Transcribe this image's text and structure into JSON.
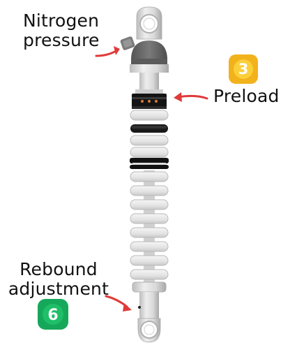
{
  "labels": {
    "nitrogen": [
      "Nitrogen",
      "pressure"
    ],
    "preload": "Preload",
    "rebound": [
      "Rebound",
      "adjustment"
    ]
  },
  "badges": {
    "preload_number": "3",
    "rebound_number": "6"
  },
  "colors": {
    "arrow": "#e03a3a",
    "badge_preload": "#f2b21c",
    "badge_preload_inner": "#fbcf3a",
    "badge_rebound": "#16a85a",
    "badge_rebound_inner": "#1fbe68",
    "spring": "#e7e7e7",
    "spring_outline": "#b9b9b9",
    "body": "#d9d9d9",
    "reservoir": "#6c6c6c",
    "band": "#141414",
    "preload_dots": "#d97a3a"
  },
  "icons": {
    "nitrogen_arrow": "curved-arrow-right",
    "preload_arrow": "curved-arrow-left",
    "rebound_arrow": "curved-arrow-down-right"
  }
}
